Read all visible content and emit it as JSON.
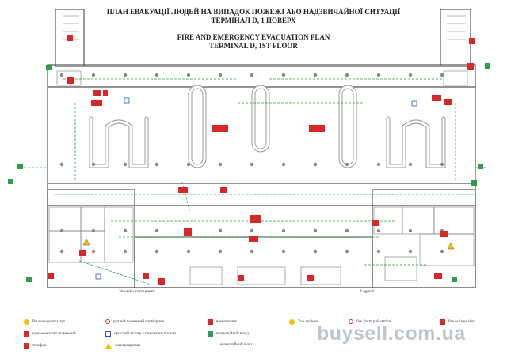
{
  "title": {
    "ua_line1": "ПЛАН ЕВАКУАЦІЇ ЛЮДЕЙ НА ВИПАДОК ПОЖЕЖІ АБО НАДЗВИЧАЙНОЇ СИТУАЦІЇ",
    "ua_line2": "ТЕРМІНАЛ D, 1 ПОВЕРХ",
    "en_line1": "FIRE AND EMERGENCY EVACUATION PLAN",
    "en_line2": "TERMINAL D, 1ST FLOOR"
  },
  "legend": {
    "ua_heading": "Умовні позначення:",
    "en_heading": "Legend:",
    "ua_items": {
      "you_are_here": "Ви знаходитесь тут",
      "fire_hydrant": "кран-комплект пожежний",
      "phone": "телефон",
      "pull_station": "ручний пожежний сповіщувач",
      "hose_device": "пристрій зв'язку з пожежним постом",
      "electro": "електрощитова",
      "extinguisher": "вогнегасник",
      "emergency_exit": "евакуаційний вихід",
      "evac_route": "евакуаційний шлях"
    },
    "en_items": {
      "you_are_here": "You are here",
      "pull_station": "fire alarm pull station",
      "extinguisher": "fire extinguisher"
    }
  },
  "watermark": "buysell.com.ua",
  "colors": {
    "red": "#d62828",
    "green": "#2e9e4a",
    "wall": "#555555",
    "yellow": "#f2c400",
    "blue": "#3050c0"
  }
}
